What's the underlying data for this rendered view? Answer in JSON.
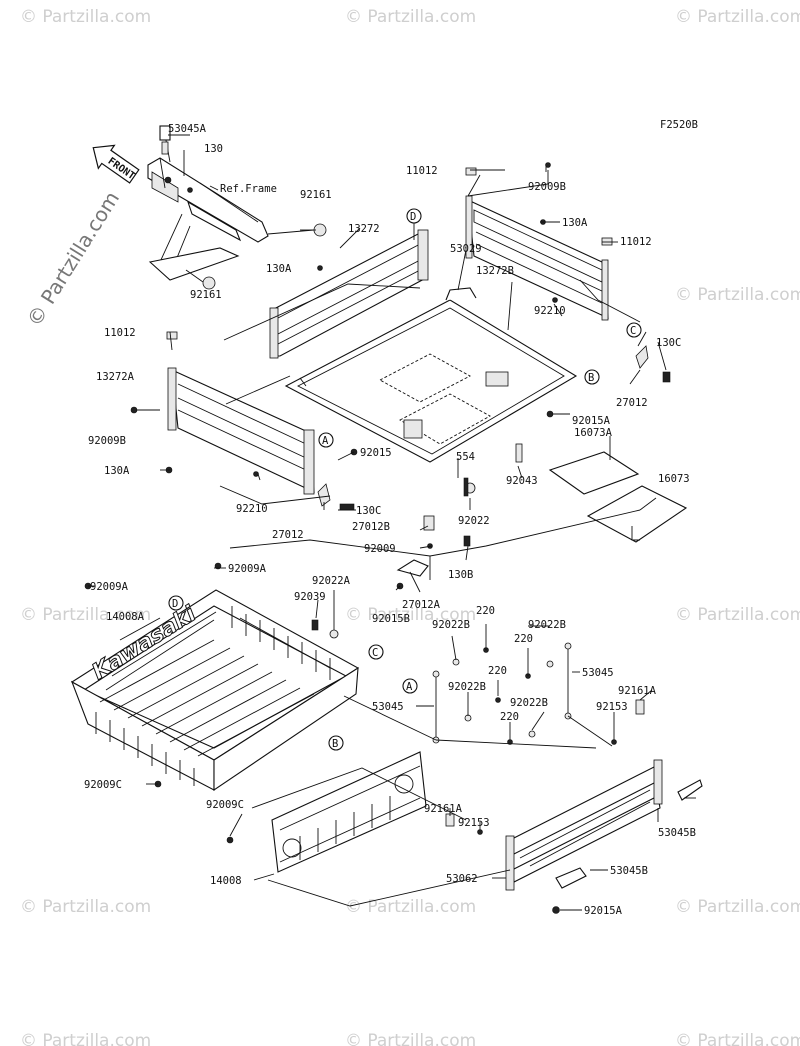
{
  "diagram_code": "F2520B",
  "front_label": "FRONT",
  "brand": "Kawasaki",
  "watermark": "© Partzilla.com",
  "callouts": [
    "A",
    "B",
    "C",
    "D"
  ],
  "labels": {
    "l53045A": "53045A",
    "l130a": "130",
    "lRef": "Ref.Frame",
    "l92161a": "92161",
    "l92161b": "92161",
    "l11012a": "11012",
    "l92009Ba": "92009B",
    "l130Aa": "130A",
    "l11012b": "11012",
    "l13272": "13272",
    "l53029": "53029",
    "l13272B": "13272B",
    "l130Ab": "130A",
    "l92210a": "92210",
    "l130Ca": "130C",
    "l27012a": "27012",
    "l11012c": "11012",
    "l13272A": "13272A",
    "l92009Bb": "92009B",
    "l92015Aa": "92015A",
    "l16073A": "16073A",
    "l130Ab2": "130A",
    "l92015": "92015",
    "l554": "554",
    "l92043": "92043",
    "l16073": "16073",
    "l92210b": "92210",
    "l130Cb": "130C",
    "l92022a": "92022",
    "l27012b": "27012",
    "l27012B": "27012B",
    "l92009": "92009",
    "l130B": "130B",
    "l92009Aa": "92009A",
    "l92009Ab": "92009A",
    "l92022A": "92022A",
    "l92039": "92039",
    "l27012A": "27012A",
    "l14008A": "14008A",
    "l92015B": "92015B",
    "l92022Ba": "92022B",
    "l220a": "220",
    "l92022Bb": "92022B",
    "l220b": "220",
    "l53045a": "53045",
    "l220c": "220",
    "l92022Bc": "92022B",
    "l92022Bd": "92022B",
    "l53045b": "53045",
    "l220d": "220",
    "l92161Aa": "92161A",
    "l92153a": "92153",
    "l92009Ca": "92009C",
    "l92009Cb": "92009C",
    "l92161Ab": "92161A",
    "l92153b": "92153",
    "l53045Ba": "53045B",
    "l14008": "14008",
    "l53062": "53062",
    "l53045Bb": "53045B",
    "l92015Ab": "92015A"
  }
}
